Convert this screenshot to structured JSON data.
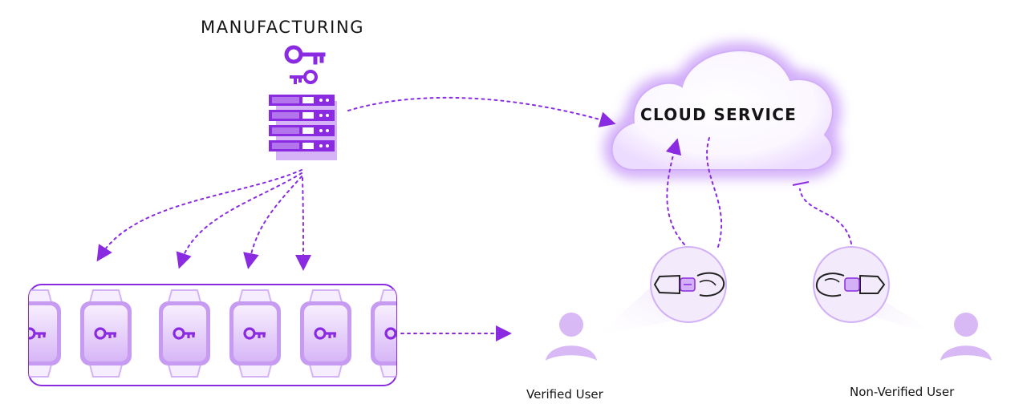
{
  "labels": {
    "manufacturing": "MANUFACTURING",
    "cloud_service": "CLOUD SERVICE",
    "verified_user": "Verified User",
    "non_verified_user": "Non-Verified User"
  },
  "icons": {
    "manufacturing": [
      "key-icon",
      "key-icon",
      "server-rack-icon"
    ],
    "devices": [
      "smartwatch-key-icon"
    ],
    "users": [
      "user-avatar-icon",
      "wrist-watch-icon"
    ]
  },
  "colors": {
    "accent": "#8A2BE2",
    "accent_dark": "#7a1fd6",
    "light_purple": "#d9b8f7",
    "panel_purple": "#c79bf2",
    "avatar": "#d8b9f5",
    "text": "#141414"
  }
}
